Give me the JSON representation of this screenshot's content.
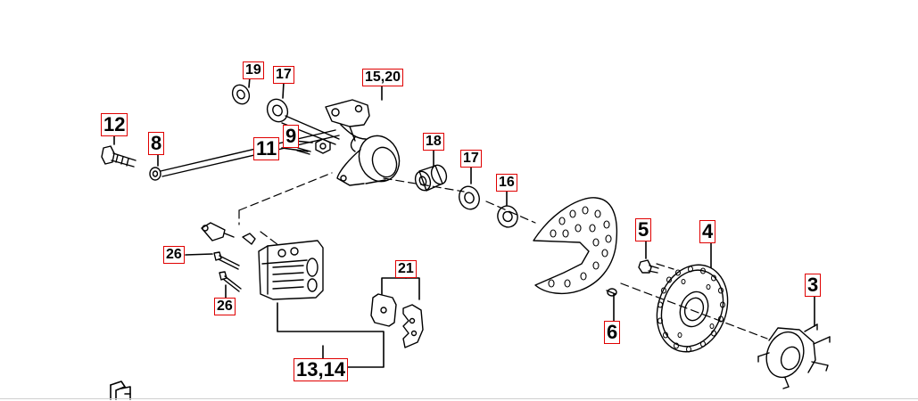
{
  "diagram": {
    "colors": {
      "stroke": "#000000",
      "label_border": "#e00000",
      "background": "#ffffff"
    },
    "callouts": {
      "c19": "19",
      "c17a": "17",
      "c15_20": "15,20",
      "c12": "12",
      "c8": "8",
      "c9": "9",
      "c11": "11",
      "c18": "18",
      "c17b": "17",
      "c16": "16",
      "c5": "5",
      "c4": "4",
      "c3": "3",
      "c26a": "26",
      "c26b": "26",
      "c21": "21",
      "c6": "6",
      "c13_14": "13,14"
    },
    "corner_logo": "logo-glyph"
  }
}
